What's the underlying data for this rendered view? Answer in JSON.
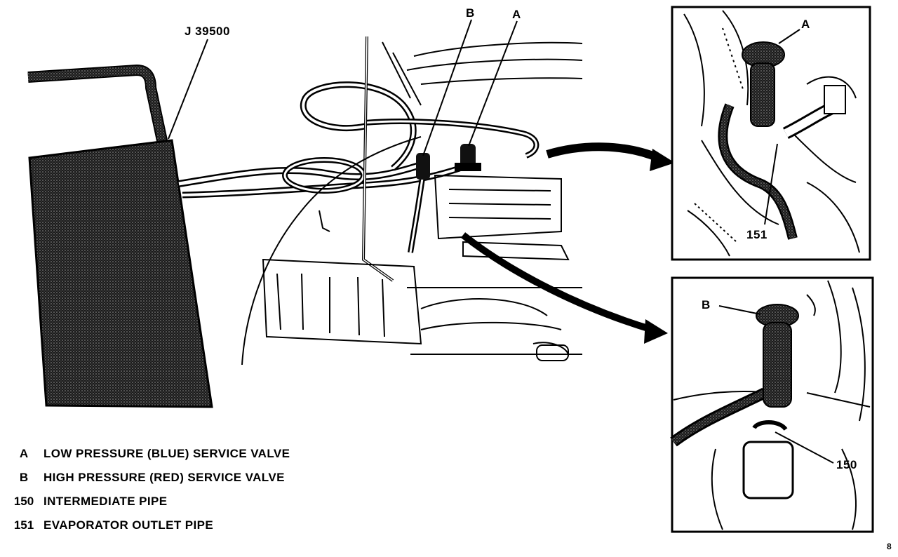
{
  "tool_label": "J 39500",
  "callouts": {
    "valve_a": "A",
    "valve_b": "B",
    "inset_top_valve": "A",
    "inset_top_pipe": "151",
    "inset_bottom_valve": "B",
    "inset_bottom_pipe": "150"
  },
  "legend": [
    {
      "key": "A",
      "text": "LOW PRESSURE (BLUE) SERVICE VALVE"
    },
    {
      "key": "B",
      "text": "HIGH PRESSURE (RED) SERVICE VALVE"
    },
    {
      "key": "150",
      "text": "INTERMEDIATE PIPE"
    },
    {
      "key": "151",
      "text": "EVAPORATOR OUTLET PIPE"
    }
  ],
  "figure_mark": "8"
}
